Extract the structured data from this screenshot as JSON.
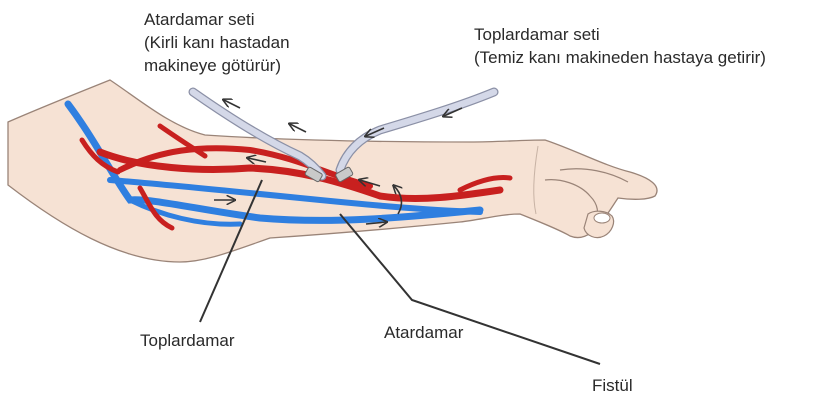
{
  "labels": {
    "arterial_set_title": "Atardamar seti",
    "arterial_set_desc_line1": "(Kirli kanı hastadan",
    "arterial_set_desc_line2": "makineye götürür)",
    "venous_set_title": "Toplardamar seti",
    "venous_set_desc": "(Temiz kanı makineden hastaya getirir)",
    "vein": "Toplardamar",
    "artery": "Atardamar",
    "fistula": "Fistül"
  },
  "colors": {
    "skin": "#f6e2d4",
    "skin_outline": "#9a8478",
    "artery": "#c8201f",
    "vein": "#2f7fe0",
    "tubing": "#d4d8e8",
    "tubing_outline": "#8b90a6",
    "leader_line": "#333333",
    "text": "#2a2a2a"
  },
  "icons": {
    "flow_arrow": "flow-arrow-icon"
  }
}
